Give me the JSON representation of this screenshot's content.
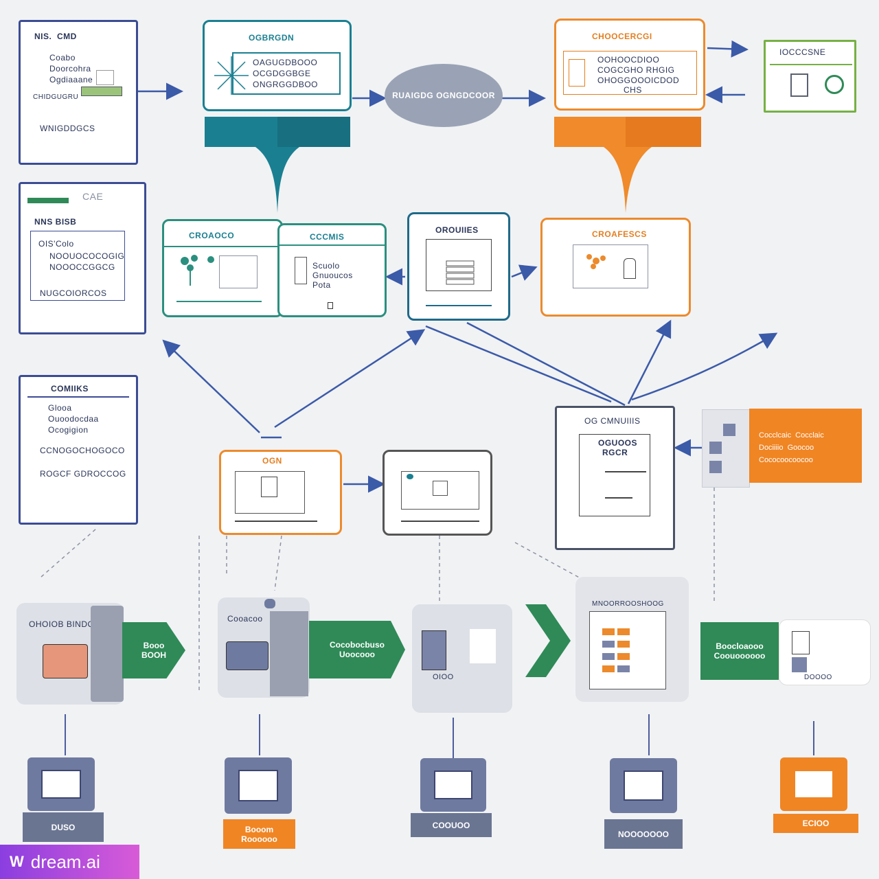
{
  "colors": {
    "navy": "#3b4c94",
    "teal": "#1a7f91",
    "orange": "#ec8a2c",
    "green": "#2f8a57",
    "lime": "#76b043",
    "oval": "#9aa3b5"
  },
  "top_left_doc": {
    "title": "NIS.  CMD",
    "lines": [
      "Coabo",
      "Doorcohra",
      "Ogdiaaane"
    ],
    "tag": "CHIDGUGRU",
    "footer": "WNIGDDGCS"
  },
  "top_teal": {
    "title": "OGBRGDN",
    "lines": [
      "OAGUGDBOOO",
      "OCGDGGBGE",
      "ONGRGGDBOO"
    ]
  },
  "oval": {
    "label": "RUAIGDG OGNGDCOOR"
  },
  "top_orange": {
    "title": "CHOOCERCGI",
    "lines": [
      "OOHOOCDIOO",
      "COGCGHO RHGIG",
      "OHOGGOOOICDOD",
      "CHS"
    ]
  },
  "top_right_green": {
    "title": "IOCCCSNE"
  },
  "mid_left_doc": {
    "tab": "CAE",
    "title": "NNS BISB",
    "lines": [
      "OIS'Colo",
      "NOOUOCOCOGIG",
      "NOOOCCGGCG"
    ],
    "footer": "NUGCOIORCOS"
  },
  "teal_left": {
    "title": "CROAOCO"
  },
  "teal_right": {
    "title": "CCCMIS",
    "lines": [
      "Scuolo",
      "Gnuoucos",
      "Pota"
    ]
  },
  "teal_center": {
    "title": "OROUIIES"
  },
  "orange_mid": {
    "title": "CROAFESCS"
  },
  "left_third_doc": {
    "title": "COMIIKS",
    "lines": [
      "Glooa",
      "Ouoodocdaa",
      "Ocogigion",
      "CCNOGOCHOGOCO"
    ],
    "footer": "ROGCF GDROCCOG"
  },
  "orange_small": {
    "title": "OGN"
  },
  "gray_card": {},
  "mid_right_doc": {
    "title": "OG CMNUIIIS",
    "lines": [
      "OGUOOS",
      "RGCR"
    ]
  },
  "orange_label": {
    "lines": [
      "Cocclcaic  Cocclaic",
      "Dociiiio  Goocoo",
      "Cococoocoocoo"
    ]
  },
  "flow": [
    {
      "title": "OHOIOB BINDO",
      "arrow": "Booo\nBOOH"
    },
    {
      "title": "Cooacoo",
      "arrow": "Cocobocbuso\nUoocooo"
    },
    {
      "title": "OIOO",
      "arrow": ""
    },
    {
      "title": "MNOORROOSHOOG",
      "arrow": "Boocloaooo\nCoouoooooo"
    },
    {
      "title": "DOOOO",
      "arrow": ""
    }
  ],
  "bases": [
    {
      "label": "DUSO"
    },
    {
      "label": "Booom\nRoooooo"
    },
    {
      "label": "COOUOO"
    },
    {
      "label": "NOOOOOOO"
    },
    {
      "label": "ECIOO"
    }
  ],
  "watermark": {
    "text": "dream.ai",
    "glyph": "W"
  }
}
